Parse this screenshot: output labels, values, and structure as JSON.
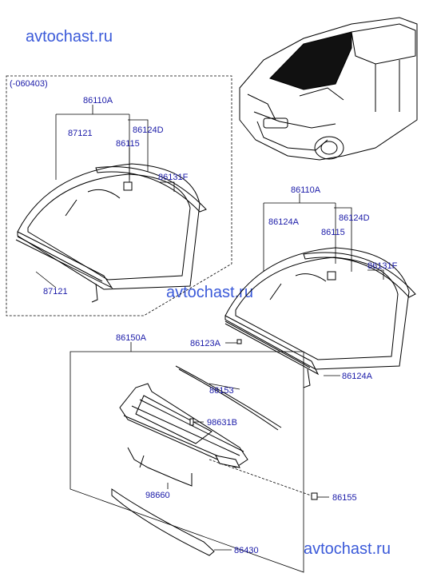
{
  "watermark": "avtochast.ru",
  "variant_note": "(-060403)",
  "callouts": {
    "a_86110A": "86110A",
    "a_87121_top": "87121",
    "a_86124D": "86124D",
    "a_86115": "86115",
    "a_86131F": "86131F",
    "a_87121_bottom": "87121",
    "b_86110A": "86110A",
    "b_86124A": "86124A",
    "b_86124D": "86124D",
    "b_86115": "86115",
    "b_86131F": "86131F",
    "b_86123A": "86123A",
    "b_86124A_bottom": "86124A",
    "c_86150A": "86150A",
    "c_86153": "86153",
    "c_98631B": "98631B",
    "c_98660": "98660",
    "c_86155": "86155",
    "c_86430": "86430"
  }
}
